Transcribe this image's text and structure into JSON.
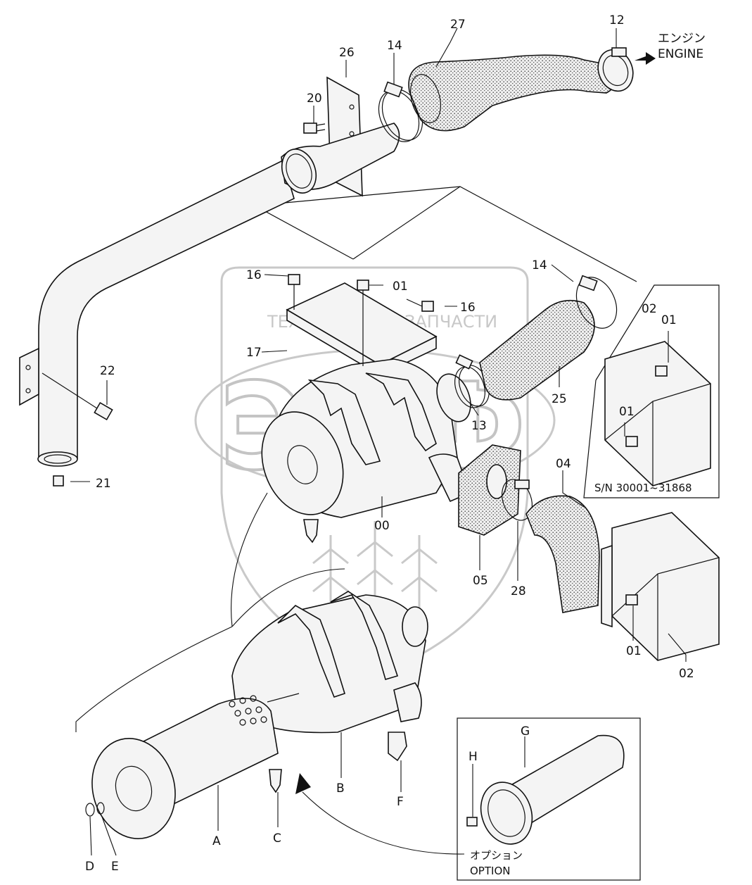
{
  "watermark": {
    "brand": "ЭПФ",
    "left_text": "ТЕХНИКА",
    "right_text": "ЗАПЧАСТИ"
  },
  "labels": {
    "engine_jp": "エンジン",
    "engine_en": "ENGINE",
    "serial_range": "S/N 30001~31868",
    "option_jp": "オプション",
    "option_en": "OPTION"
  },
  "callouts": [
    {
      "id": "p27",
      "text": "27"
    },
    {
      "id": "p12",
      "text": "12"
    },
    {
      "id": "p26",
      "text": "26"
    },
    {
      "id": "p14a",
      "text": "14"
    },
    {
      "id": "p20",
      "text": "20"
    },
    {
      "id": "p16a",
      "text": "16"
    },
    {
      "id": "p01a",
      "text": "01"
    },
    {
      "id": "p16b",
      "text": "16"
    },
    {
      "id": "p14b",
      "text": "14"
    },
    {
      "id": "p17",
      "text": "17"
    },
    {
      "id": "p22",
      "text": "22"
    },
    {
      "id": "p25",
      "text": "25"
    },
    {
      "id": "p13",
      "text": "13"
    },
    {
      "id": "p02a",
      "text": "02"
    },
    {
      "id": "p01b",
      "text": "01"
    },
    {
      "id": "p01c",
      "text": "01"
    },
    {
      "id": "p21",
      "text": "21"
    },
    {
      "id": "p04",
      "text": "04"
    },
    {
      "id": "p00",
      "text": "00"
    },
    {
      "id": "p05",
      "text": "05"
    },
    {
      "id": "p28",
      "text": "28"
    },
    {
      "id": "p01d",
      "text": "01"
    },
    {
      "id": "p02b",
      "text": "02"
    },
    {
      "id": "pG",
      "text": "G"
    },
    {
      "id": "pH",
      "text": "H"
    },
    {
      "id": "pB",
      "text": "B"
    },
    {
      "id": "pF",
      "text": "F"
    },
    {
      "id": "pA",
      "text": "A"
    },
    {
      "id": "pC",
      "text": "C"
    },
    {
      "id": "pD",
      "text": "D"
    },
    {
      "id": "pE",
      "text": "E"
    }
  ]
}
